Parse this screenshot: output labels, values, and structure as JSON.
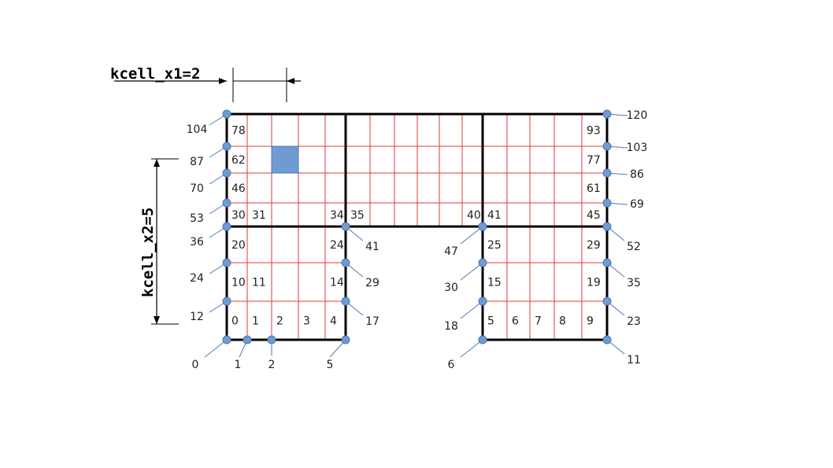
{
  "annotations": {
    "kcell_x1": "kcell_x1=2",
    "kcell_x2": "kcell_x2=5"
  },
  "colors": {
    "grid": "#e03a3a",
    "border": "#000000",
    "node": "#6f9bd1",
    "node_stroke": "#4a78b8",
    "leader": "#4a78b8",
    "highlight": "#6f9bd1"
  },
  "cell_labels": [
    {
      "text": "0",
      "col": 0,
      "row": 0
    },
    {
      "text": "1",
      "col": 1,
      "row": 0
    },
    {
      "text": "2",
      "col": 2,
      "row": 0
    },
    {
      "text": "3",
      "col": 3,
      "row": 0
    },
    {
      "text": "4",
      "col": 4,
      "row": 0
    },
    {
      "text": "5",
      "col": 11,
      "row": 0
    },
    {
      "text": "6",
      "col": 12,
      "row": 0
    },
    {
      "text": "7",
      "col": 13,
      "row": 0
    },
    {
      "text": "8",
      "col": 14,
      "row": 0
    },
    {
      "text": "9",
      "col": 15,
      "row": 0
    },
    {
      "text": "10",
      "col": 0,
      "row": 1
    },
    {
      "text": "11",
      "col": 1,
      "row": 1
    },
    {
      "text": "14",
      "col": 4,
      "row": 1
    },
    {
      "text": "15",
      "col": 11,
      "row": 1
    },
    {
      "text": "19",
      "col": 15,
      "row": 1
    },
    {
      "text": "20",
      "col": 0,
      "row": 2
    },
    {
      "text": "24",
      "col": 4,
      "row": 2
    },
    {
      "text": "25",
      "col": 11,
      "row": 2
    },
    {
      "text": "29",
      "col": 15,
      "row": 2
    },
    {
      "text": "30",
      "col": 0,
      "row": 3
    },
    {
      "text": "31",
      "col": 1,
      "row": 3
    },
    {
      "text": "34",
      "col": 4,
      "row": 3
    },
    {
      "text": "35",
      "col": 5,
      "row": 3
    },
    {
      "text": "40",
      "col": 10,
      "row": 3
    },
    {
      "text": "41",
      "col": 11,
      "row": 3
    },
    {
      "text": "45",
      "col": 15,
      "row": 3
    },
    {
      "text": "46",
      "col": 0,
      "row": 4
    },
    {
      "text": "61",
      "col": 15,
      "row": 4
    },
    {
      "text": "62",
      "col": 0,
      "row": 5
    },
    {
      "text": "77",
      "col": 15,
      "row": 5
    },
    {
      "text": "78",
      "col": 0,
      "row": 6
    },
    {
      "text": "93",
      "col": 15,
      "row": 6
    }
  ],
  "node_labels": [
    {
      "text": "0",
      "node": [
        0,
        0
      ],
      "dir": "sw"
    },
    {
      "text": "1",
      "node": [
        1,
        0
      ],
      "dir": "sw1"
    },
    {
      "text": "2",
      "node": [
        2,
        0
      ],
      "dir": "s"
    },
    {
      "text": "5",
      "node": [
        5,
        0
      ],
      "dir": "sw2"
    },
    {
      "text": "6",
      "node": [
        11,
        0
      ],
      "dir": "sw"
    },
    {
      "text": "11",
      "node": [
        16,
        0
      ],
      "dir": "se"
    },
    {
      "text": "12",
      "node": [
        0,
        1
      ],
      "dir": "w"
    },
    {
      "text": "17",
      "node": [
        5,
        1
      ],
      "dir": "se"
    },
    {
      "text": "18",
      "node": [
        11,
        1
      ],
      "dir": "sw"
    },
    {
      "text": "23",
      "node": [
        16,
        1
      ],
      "dir": "se"
    },
    {
      "text": "24",
      "node": [
        0,
        2
      ],
      "dir": "w"
    },
    {
      "text": "29",
      "node": [
        5,
        2
      ],
      "dir": "se"
    },
    {
      "text": "30",
      "node": [
        11,
        2
      ],
      "dir": "sw"
    },
    {
      "text": "35",
      "node": [
        16,
        2
      ],
      "dir": "se"
    },
    {
      "text": "36",
      "node": [
        0,
        3
      ],
      "dir": "w"
    },
    {
      "text": "41",
      "node": [
        5,
        3
      ],
      "dir": "se"
    },
    {
      "text": "47",
      "node": [
        11,
        3
      ],
      "dir": "sw"
    },
    {
      "text": "52",
      "node": [
        16,
        3
      ],
      "dir": "se"
    },
    {
      "text": "53",
      "node": [
        0,
        4
      ],
      "dir": "w"
    },
    {
      "text": "69",
      "node": [
        16,
        4
      ],
      "dir": "e"
    },
    {
      "text": "70",
      "node": [
        0,
        5
      ],
      "dir": "w"
    },
    {
      "text": "86",
      "node": [
        16,
        5
      ],
      "dir": "e"
    },
    {
      "text": "87",
      "node": [
        0,
        6
      ],
      "dir": "w"
    },
    {
      "text": "103",
      "node": [
        16,
        6
      ],
      "dir": "e"
    },
    {
      "text": "104",
      "node": [
        0,
        7
      ],
      "dir": "w"
    },
    {
      "text": "120",
      "node": [
        16,
        7
      ],
      "dir": "e"
    }
  ],
  "highlight_cell": {
    "col": 2,
    "row": 5
  }
}
